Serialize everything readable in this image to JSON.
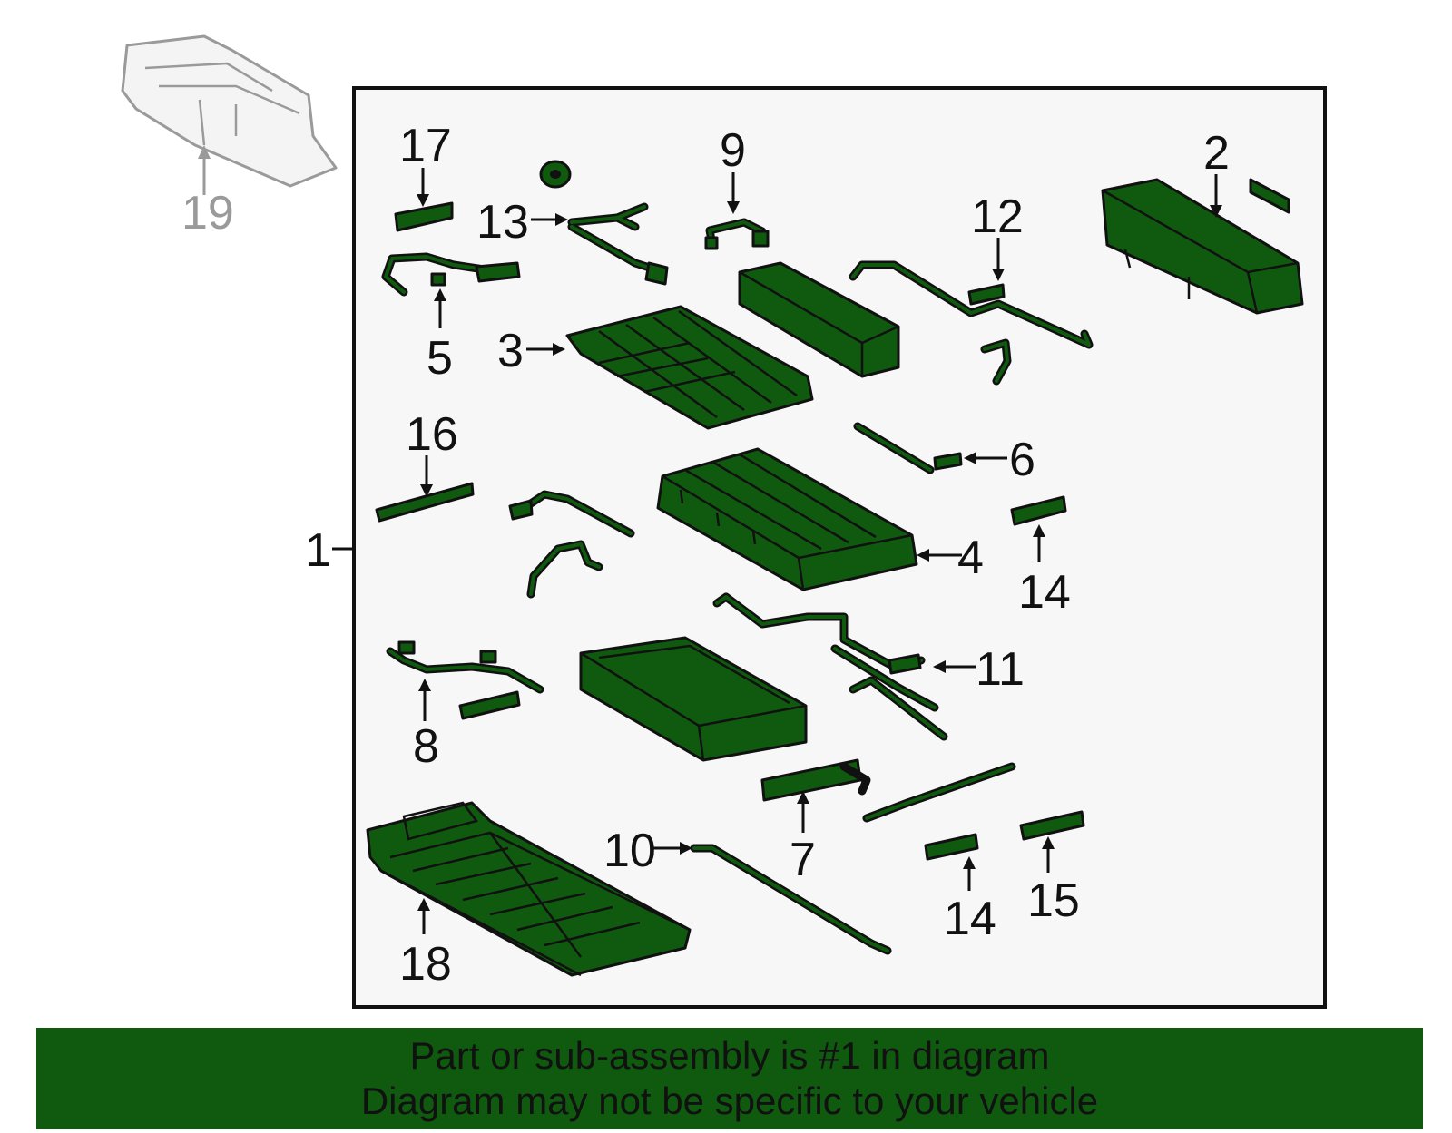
{
  "callouts": {
    "c1": "1",
    "c2": "2",
    "c3": "3",
    "c4": "4",
    "c5": "5",
    "c6": "6",
    "c7": "7",
    "c8": "8",
    "c9": "9",
    "c10": "10",
    "c11": "11",
    "c12": "12",
    "c13": "13",
    "c14a": "14",
    "c14b": "14",
    "c15": "15",
    "c16": "16",
    "c17": "17",
    "c18": "18",
    "c19": "19"
  },
  "banner": {
    "line1": "Part or sub-assembly is #1 in diagram",
    "line2": "Diagram may not be specific to your vehicle",
    "color": "#0f5a0f"
  },
  "colors": {
    "part_fill": "#0f5a0f",
    "reference_part": "#9a9a9a",
    "frame_background": "#f7f7f7"
  }
}
